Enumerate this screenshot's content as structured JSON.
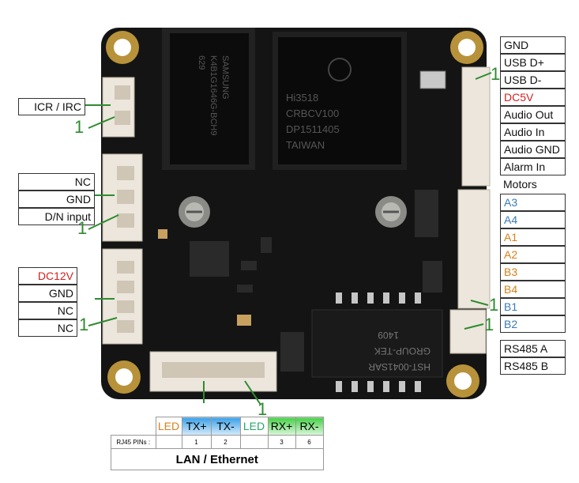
{
  "colors": {
    "pcb": "#141414",
    "connector": "#ece6dc",
    "wire_green": "#2e8b2e",
    "red": "#d42020",
    "blue": "#3a7ab8",
    "orange": "#d8801a",
    "rj_blue": "#3aa0e8",
    "rj_green": "#46d046",
    "led_orange": "#d8801a",
    "led_green": "#24a86a"
  },
  "board": {
    "chip_left_text": [
      "SAMSUNG",
      "K4B1G1646G-BCH9",
      "629"
    ],
    "chip_main_text": [
      "Hi3518",
      "CRBCV100",
      "DP1511405",
      "TAIWAN"
    ],
    "chip_transformer_text": [
      "1409",
      "GROUP-TEK",
      "HST-0041SAR"
    ]
  },
  "left_groups": {
    "icr": {
      "labels": [
        "ICR / IRC"
      ],
      "pin1": "1"
    },
    "dn": {
      "labels": [
        "NC",
        "GND",
        "D/N input"
      ],
      "pin1": "1"
    },
    "pwr": {
      "labels": [
        "DC12V",
        "GND",
        "NC",
        "NC"
      ],
      "pin1": "1"
    }
  },
  "right_groups": {
    "usb_audio": {
      "labels": [
        "GND",
        "USB D+",
        "USB D-",
        "DC5V",
        "Audio Out",
        "Audio In",
        "Audio GND",
        "Alarm In"
      ],
      "pin1": "1"
    },
    "motors_title": "Motors",
    "motors": {
      "labels": [
        "A3",
        "A4",
        "A1",
        "A2",
        "B3",
        "B4",
        "B1",
        "B2"
      ],
      "pin1": "1"
    },
    "rs485": {
      "labels": [
        "RS485 A",
        "RS485 B"
      ],
      "pin1": "1"
    }
  },
  "bottom": {
    "pin1": "1",
    "rj45": {
      "headers": [
        "LED",
        "TX+",
        "TX-",
        "LED",
        "RX+",
        "RX-"
      ],
      "row_label": "RJ45 PINs :",
      "numbers": [
        "",
        "1",
        "2",
        "",
        "3",
        "6"
      ],
      "footer": "LAN / Ethernet"
    }
  }
}
